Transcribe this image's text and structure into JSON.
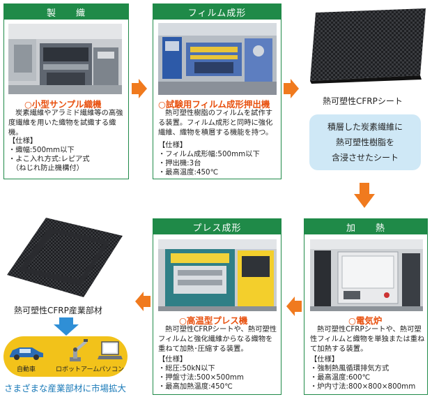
{
  "card1": {
    "title": "製　　織",
    "caption": "○小型サンプル織機",
    "desc": "炭素繊維やアラミド繊維等の高強度繊維を用いた織物を試織する織機。",
    "spec_title": "【仕様】",
    "specs": [
      "・織幅:500mm以下",
      "・よこ入れ方式:レピア式",
      "（ねじれ防止機構付）"
    ]
  },
  "card2": {
    "title": "フィルム成形",
    "caption": "○試験用フィルム成形押出機",
    "desc": "熱可塑性樹脂のフィルムを試作する装置。フィルム成形と同時に強化繊維、織物を積層する機能を持つ。",
    "spec_title": "【仕様】",
    "specs": [
      "・フィルム成形幅:500mm以下",
      "・押出機:3台",
      "・最高温度:450℃"
    ]
  },
  "sheet": {
    "label": "熱可塑性CFRPシート",
    "bubble_lines": [
      "積層した炭素繊維に",
      "熱可塑性樹脂を",
      "含浸させたシート"
    ]
  },
  "card3": {
    "title": "加　　熱",
    "caption": "○電気炉",
    "desc": "熱可塑性CFRPシートや、熱可塑性フィルムと織物を単独または重ねて加熱する装置。",
    "spec_title": "【仕様】",
    "specs": [
      "・強制熱風循環排気方式",
      "・最高温度:600℃",
      "・炉内寸法:800×800×800mm"
    ]
  },
  "card4": {
    "title": "プレス成形",
    "caption": "○高温型プレス機",
    "desc": "熱可塑性CFRPシートや、熱可塑性フィルムと強化繊維からなる織物を重ねて加熱･圧縮する装置。",
    "spec_title": "【仕様】",
    "specs": [
      "・総圧:50kN以下",
      "・押盤寸法:500×500mm",
      "・最高加熱温度:450℃"
    ]
  },
  "product": {
    "label": "熱可塑性CFRP産業部材",
    "items": [
      "自動車",
      "ロボットアーム",
      "パソコン"
    ],
    "market": "さまざまな産業部材に市場拡大"
  },
  "colors": {
    "green": "#1f8a48",
    "orange": "#f07a1e",
    "caption_orange": "#e8500e",
    "bubble_blue": "#cfe8f6",
    "market_blue": "#1a7ab8",
    "banner_yellow": "#f2c21a"
  }
}
